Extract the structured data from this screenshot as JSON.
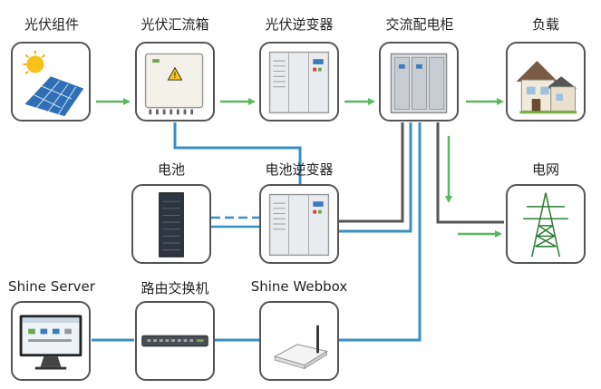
{
  "nodes": {
    "solar_panel": "光伏组件",
    "combiner_box": "光伏汇流箱",
    "pv_inverter": "光伏逆变器",
    "ac_cabinet": "交流配电柜",
    "load": "负载",
    "battery": "电池",
    "battery_inverter": "电池逆变器",
    "grid": "电网",
    "shine_server": "Shine Server",
    "router": "路由交换机",
    "webbox": "Shine Webbox"
  },
  "colors": {
    "power_line": "#555555",
    "comm_line": "#3a8fc4",
    "flow_arrow": "#5cb85c",
    "box_border": "#555555"
  }
}
